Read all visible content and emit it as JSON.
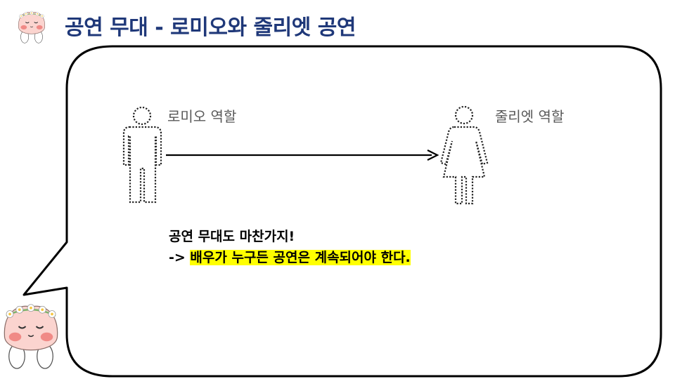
{
  "slide": {
    "title": "공연 무대 - 로미오와 줄리엣 공연"
  },
  "roles": {
    "romeo": "로미오 역할",
    "juliet": "줄리엣 역할"
  },
  "caption": {
    "line1": "공연 무대도 마찬가지!",
    "line2_prefix": "-> ",
    "line2_highlight": "배우가 누구든 공연은 계속되어야 한다."
  },
  "colors": {
    "title": "#1f3879",
    "highlight": "#ffff00",
    "label": "#595959",
    "mascot_face": "#fbd4cf",
    "mascot_cheek": "#f08a86"
  },
  "icons": {
    "mascot": "apeach-flower-crown-icon",
    "male_figure": "man-outline-icon",
    "female_figure": "woman-outline-icon",
    "arrow": "arrow-right-icon"
  }
}
